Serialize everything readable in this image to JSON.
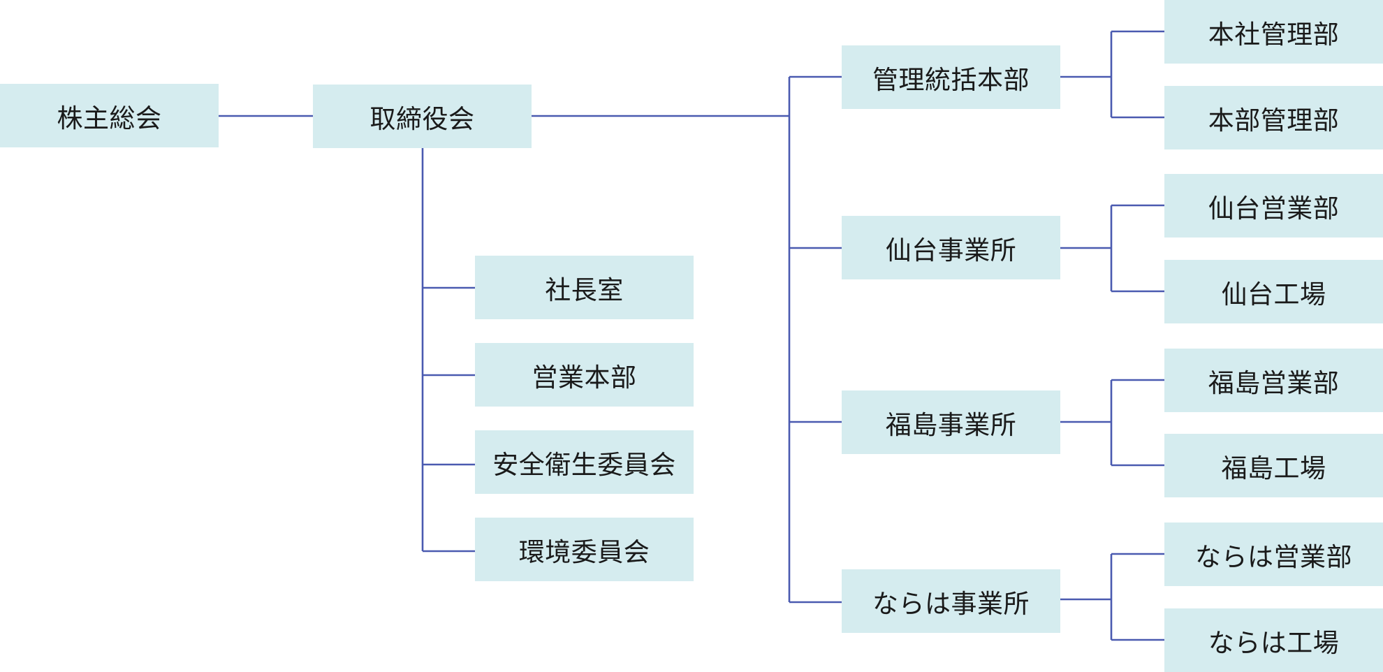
{
  "org_chart": {
    "shareholders_meeting": "株主総会",
    "board_of_directors": "取締役会",
    "board_staff": [
      "社長室",
      "営業本部",
      "安全衛生委員会",
      "環境委員会"
    ],
    "divisions": [
      {
        "name": "管理統括本部",
        "departments": [
          "本社管理部",
          "本部管理部"
        ]
      },
      {
        "name": "仙台事業所",
        "departments": [
          "仙台営業部",
          "仙台工場"
        ]
      },
      {
        "name": "福島事業所",
        "departments": [
          "福島営業部",
          "福島工場"
        ]
      },
      {
        "name": "ならは事業所",
        "departments": [
          "ならは営業部",
          "ならは工場"
        ]
      }
    ]
  },
  "colors": {
    "box_fill": "#d5ecef",
    "connector": "#4a5ab0",
    "text": "#1a1a1a"
  }
}
